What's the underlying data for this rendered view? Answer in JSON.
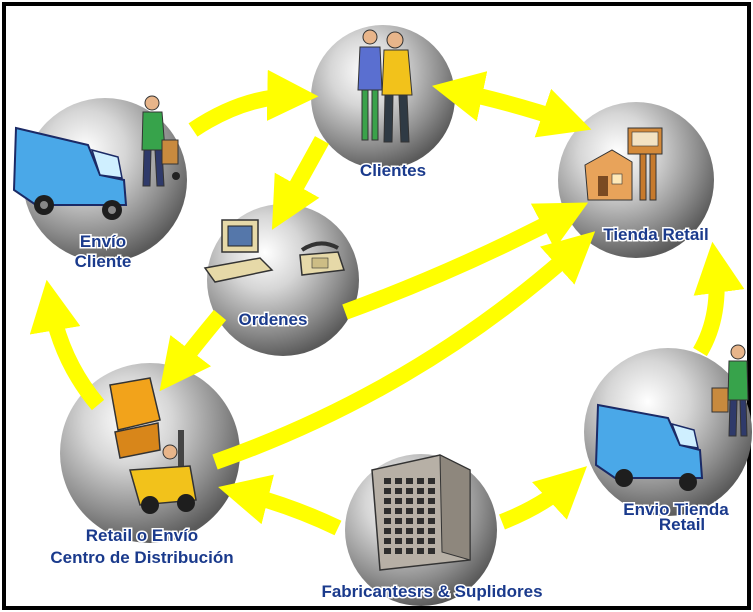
{
  "nodes": {
    "clientes": {
      "label": "Clientes"
    },
    "tienda": {
      "label": "Tienda Retail"
    },
    "envio_cliente": {
      "line1": "Envío",
      "line2": "Cliente"
    },
    "ordenes": {
      "label": "Ordenes"
    },
    "centro": {
      "line1": "Retail o Envío",
      "line2": "Centro de Distribución"
    },
    "envio_tienda": {
      "line1": "Envio Tienda",
      "line2": "Retail"
    },
    "fabricantes": {
      "label": "Fabricantesrs & Suplidores"
    }
  },
  "colors": {
    "arrow": "#ffff00",
    "label_fill": "#1a3a8c",
    "label_stroke": "#ffffff",
    "border": "#000000"
  }
}
